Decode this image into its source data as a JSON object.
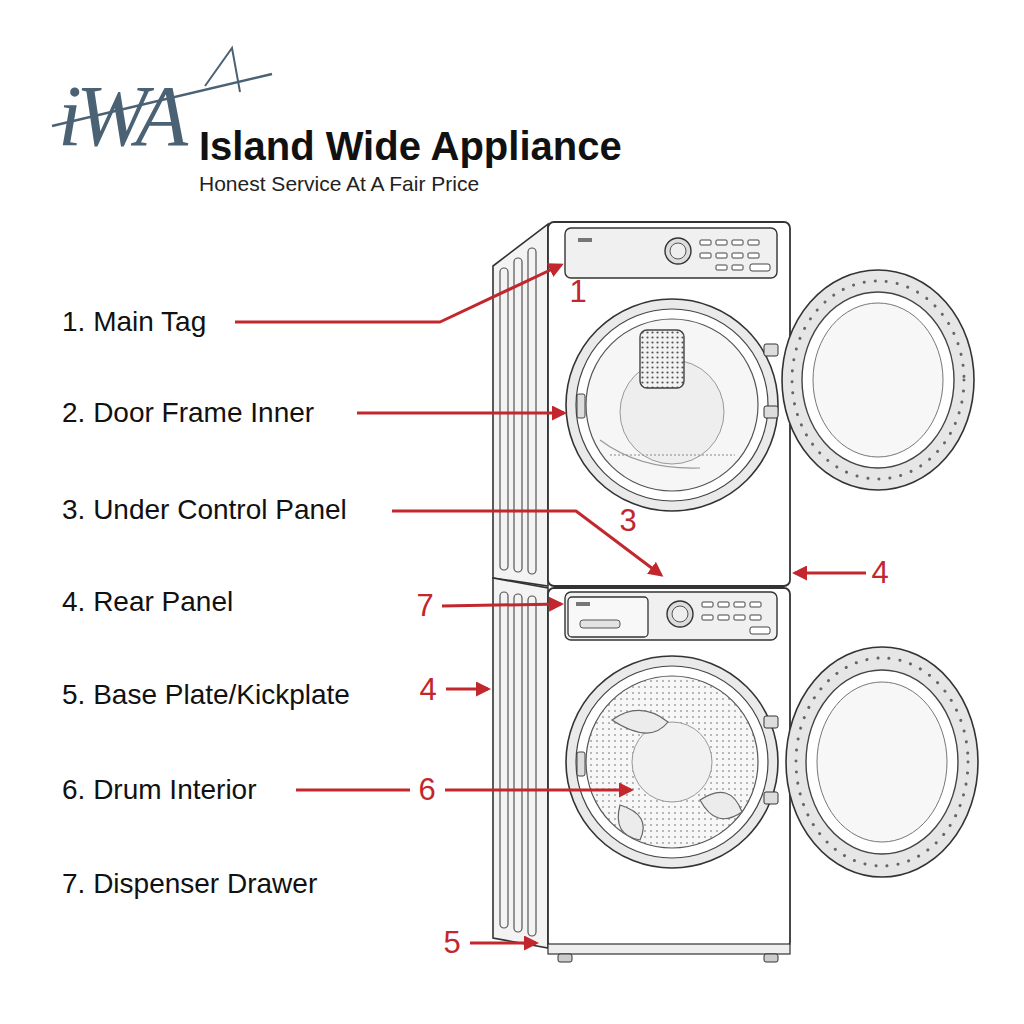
{
  "diagram": {
    "title": "Island Wide Appliance",
    "labels": [
      "iWA",
      "Honest Service At A Fair Price",
      "1. Main Tag",
      "2. Door Frame Inner",
      "3. Under Control Panel",
      "4. Rear Panel",
      "5. Base Plate/Kickplate",
      "6. Drum Interior",
      "7. Dispenser Drawer",
      "1",
      "3",
      "4",
      "7",
      "4",
      "6",
      "5"
    ]
  }
}
